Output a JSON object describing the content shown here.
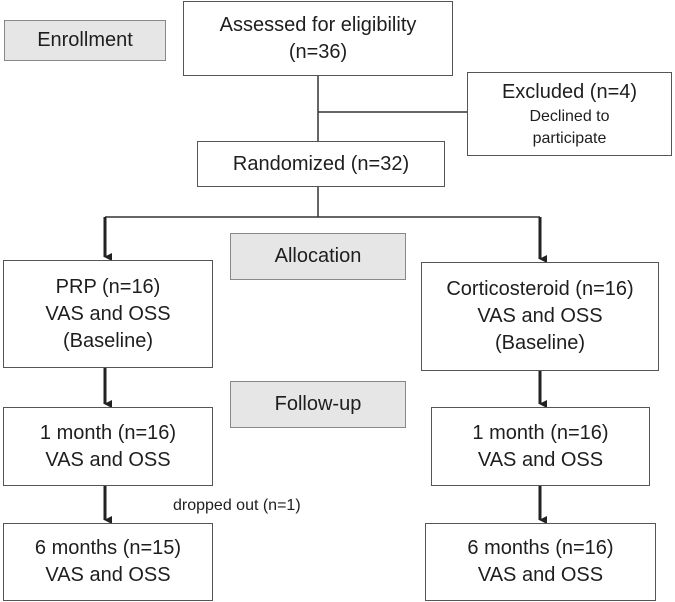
{
  "labels": {
    "enrollment": "Enrollment",
    "allocation": "Allocation",
    "followup": "Follow-up"
  },
  "assessed": {
    "line1": "Assessed for eligibility",
    "line2": "(n=36)"
  },
  "excluded": {
    "line1": "Excluded (n=4)",
    "line2": "Declined to",
    "line3": "participate"
  },
  "randomized": {
    "line1": "Randomized (n=32)"
  },
  "left_arm": {
    "baseline": {
      "line1": "PRP (n=16)",
      "line2": "VAS and OSS",
      "line3": "(Baseline)"
    },
    "month1": {
      "line1": "1 month (n=16)",
      "line2": "VAS and OSS"
    },
    "month6": {
      "line1": "6 months (n=15)",
      "line2": "VAS and OSS"
    },
    "dropout_note": "dropped out (n=1)"
  },
  "right_arm": {
    "baseline": {
      "line1": "Corticosteroid (n=16)",
      "line2": "VAS and OSS",
      "line3": "(Baseline)"
    },
    "month1": {
      "line1": "1 month (n=16)",
      "line2": "VAS and OSS"
    },
    "month6": {
      "line1": "6 months (n=16)",
      "line2": "VAS and OSS"
    }
  }
}
